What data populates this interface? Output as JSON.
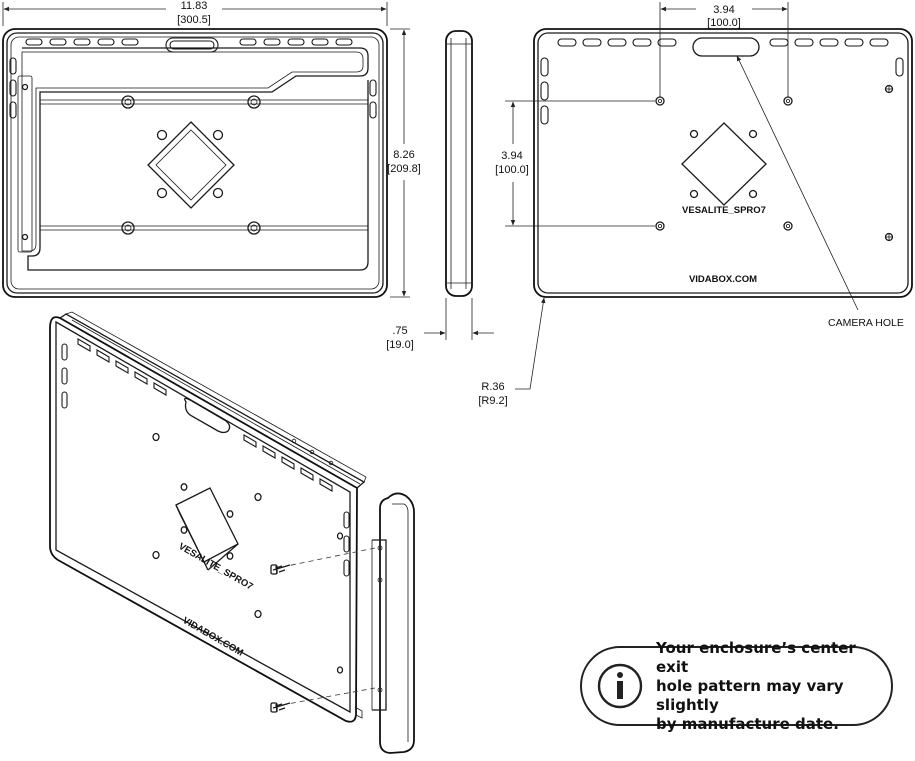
{
  "dimensions": {
    "overall_width": "11.83",
    "overall_width_mm": "[300.5]",
    "overall_height": "8.26",
    "overall_height_mm": "[209.8]",
    "depth": ".75",
    "depth_mm": "[19.0]",
    "vesa_horizontal": "3.94",
    "vesa_horizontal_mm": "[100.0]",
    "vesa_vertical": "3.94",
    "vesa_vertical_mm": "[100.0]",
    "corner_radius": "R.36",
    "corner_radius_mm": "[R9.2]"
  },
  "labels": {
    "model_name": "VESALITE_SPRO7",
    "brand": "VIDABOX.COM",
    "camera_hole": "CAMERA HOLE",
    "iso_model_name": "VESALITE_SPRO7",
    "iso_brand": "VIDABOX.COM"
  },
  "note": {
    "icon": "info-icon",
    "text": "Your enclosure’s center exit\nhole pattern may vary slightly\nby manufacture date."
  }
}
